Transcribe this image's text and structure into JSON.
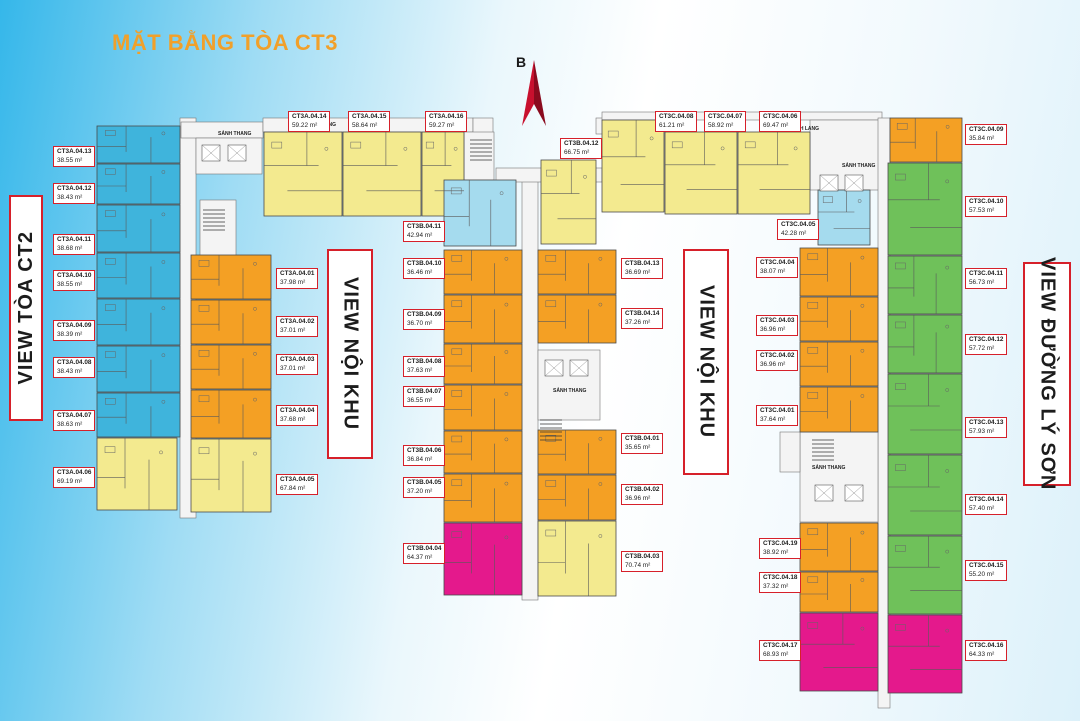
{
  "title": "MẶT BẰNG TÒA CT3",
  "north_label": "B",
  "views": {
    "ct2": "VIEW TÒA CT2",
    "noikhu_left": "VIEW NỘI KHU",
    "noikhu_right": "VIEW NỘI KHU",
    "lyson": "VIEW ĐƯỜNG LÝ SƠN"
  },
  "circulation": {
    "sanh_thang": "SẢNH THANG",
    "hanh_lang": "HÀNH LANG"
  },
  "colors": {
    "blue": "#3fb4dc",
    "yellow": "#f3ea8f",
    "orange": "#f4a024",
    "green": "#6fc15a",
    "magenta": "#e4198c",
    "lightblue": "#a5dbee",
    "core": "#e6e6e6",
    "label_border": "#d6202a"
  },
  "apartments": [
    {
      "code": "CT3A.04.13",
      "area": "38.55 m²",
      "color": "blue"
    },
    {
      "code": "CT3A.04.12",
      "area": "38.43 m²",
      "color": "blue"
    },
    {
      "code": "CT3A.04.11",
      "area": "38.68 m²",
      "color": "blue"
    },
    {
      "code": "CT3A.04.10",
      "area": "38.55 m²",
      "color": "blue"
    },
    {
      "code": "CT3A.04.09",
      "area": "38.39 m²",
      "color": "blue"
    },
    {
      "code": "CT3A.04.08",
      "area": "38.43 m²",
      "color": "blue"
    },
    {
      "code": "CT3A.04.07",
      "area": "38.63 m²",
      "color": "blue"
    },
    {
      "code": "CT3A.04.06",
      "area": "69.19 m²",
      "color": "yellow"
    },
    {
      "code": "CT3A.04.01",
      "area": "37.98 m²",
      "color": "orange"
    },
    {
      "code": "CT3A.04.02",
      "area": "37.01 m²",
      "color": "orange"
    },
    {
      "code": "CT3A.04.03",
      "area": "37.01 m²",
      "color": "orange"
    },
    {
      "code": "CT3A.04.04",
      "area": "37.68 m²",
      "color": "orange"
    },
    {
      "code": "CT3A.04.05",
      "area": "67.84 m²",
      "color": "yellow"
    },
    {
      "code": "CT3A.04.14",
      "area": "59.22 m²",
      "color": "yellow"
    },
    {
      "code": "CT3A.04.15",
      "area": "58.64 m²",
      "color": "yellow"
    },
    {
      "code": "CT3A.04.16",
      "area": "59.27 m²",
      "color": "yellow"
    },
    {
      "code": "CT3B.04.12",
      "area": "66.75 m²",
      "color": "yellow"
    },
    {
      "code": "CT3B.04.11",
      "area": "42.94 m²",
      "color": "lightblue"
    },
    {
      "code": "CT3B.04.10",
      "area": "36.46 m²",
      "color": "orange"
    },
    {
      "code": "CT3B.04.09",
      "area": "36.70 m²",
      "color": "orange"
    },
    {
      "code": "CT3B.04.08",
      "area": "37.63 m²",
      "color": "orange"
    },
    {
      "code": "CT3B.04.07",
      "area": "36.55 m²",
      "color": "orange"
    },
    {
      "code": "CT3B.04.06",
      "area": "36.84 m²",
      "color": "orange"
    },
    {
      "code": "CT3B.04.05",
      "area": "37.20 m²",
      "color": "orange"
    },
    {
      "code": "CT3B.04.04",
      "area": "64.37 m²",
      "color": "magenta"
    },
    {
      "code": "CT3B.04.13",
      "area": "36.69 m²",
      "color": "orange"
    },
    {
      "code": "CT3B.04.14",
      "area": "37.26 m²",
      "color": "orange"
    },
    {
      "code": "CT3B.04.01",
      "area": "35.65 m²",
      "color": "orange"
    },
    {
      "code": "CT3B.04.02",
      "area": "36.96 m²",
      "color": "orange"
    },
    {
      "code": "CT3B.04.03",
      "area": "70.74 m²",
      "color": "yellow"
    },
    {
      "code": "CT3C.04.08",
      "area": "61.21 m²",
      "color": "yellow"
    },
    {
      "code": "CT3C.04.07",
      "area": "58.92 m²",
      "color": "yellow"
    },
    {
      "code": "CT3C.04.06",
      "area": "69.47 m²",
      "color": "yellow"
    },
    {
      "code": "CT3C.04.05",
      "area": "42.28 m²",
      "color": "lightblue"
    },
    {
      "code": "CT3C.04.04",
      "area": "38.07 m²",
      "color": "orange"
    },
    {
      "code": "CT3C.04.03",
      "area": "36.96 m²",
      "color": "orange"
    },
    {
      "code": "CT3C.04.02",
      "area": "36.96 m²",
      "color": "orange"
    },
    {
      "code": "CT3C.04.01",
      "area": "37.64 m²",
      "color": "orange"
    },
    {
      "code": "CT3C.04.19",
      "area": "38.92 m²",
      "color": "orange"
    },
    {
      "code": "CT3C.04.18",
      "area": "37.32 m²",
      "color": "orange"
    },
    {
      "code": "CT3C.04.17",
      "area": "68.93 m²",
      "color": "magenta"
    },
    {
      "code": "CT3C.04.09",
      "area": "35.84 m²",
      "color": "orange"
    },
    {
      "code": "CT3C.04.10",
      "area": "57.53 m²",
      "color": "green"
    },
    {
      "code": "CT3C.04.11",
      "area": "56.73 m²",
      "color": "green"
    },
    {
      "code": "CT3C.04.12",
      "area": "57.72 m²",
      "color": "green"
    },
    {
      "code": "CT3C.04.13",
      "area": "57.93 m²",
      "color": "green"
    },
    {
      "code": "CT3C.04.14",
      "area": "57.40 m²",
      "color": "green"
    },
    {
      "code": "CT3C.04.15",
      "area": "55.20 m²",
      "color": "green"
    },
    {
      "code": "CT3C.04.16",
      "area": "64.33 m²",
      "color": "magenta"
    }
  ]
}
